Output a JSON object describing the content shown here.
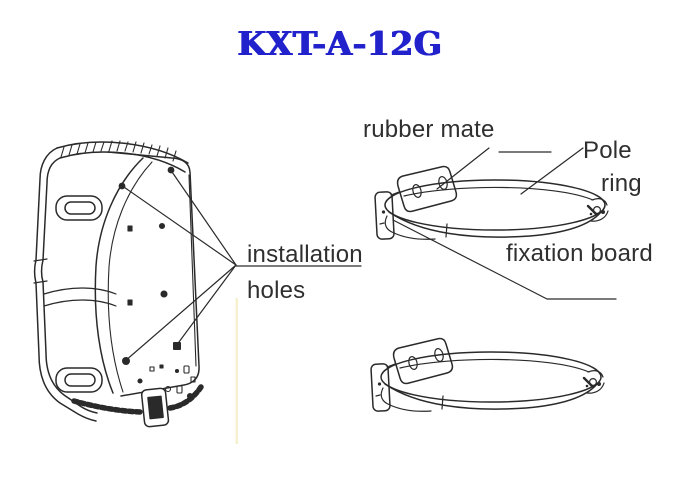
{
  "title": "KXT-A-12G",
  "colors": {
    "title": "#2222cc",
    "line_art": "#2a2a2a",
    "label_text": "#2f2f2f",
    "background": "#ffffff",
    "artifact_yellow": "#efe3a6"
  },
  "labels": {
    "rubber_mate": "rubber mate",
    "pole_ring": {
      "line1": "Pole",
      "line2": "ring"
    },
    "installation_holes": {
      "line1": "installation",
      "line2": "holes"
    },
    "fixation_board": "fixation board"
  }
}
